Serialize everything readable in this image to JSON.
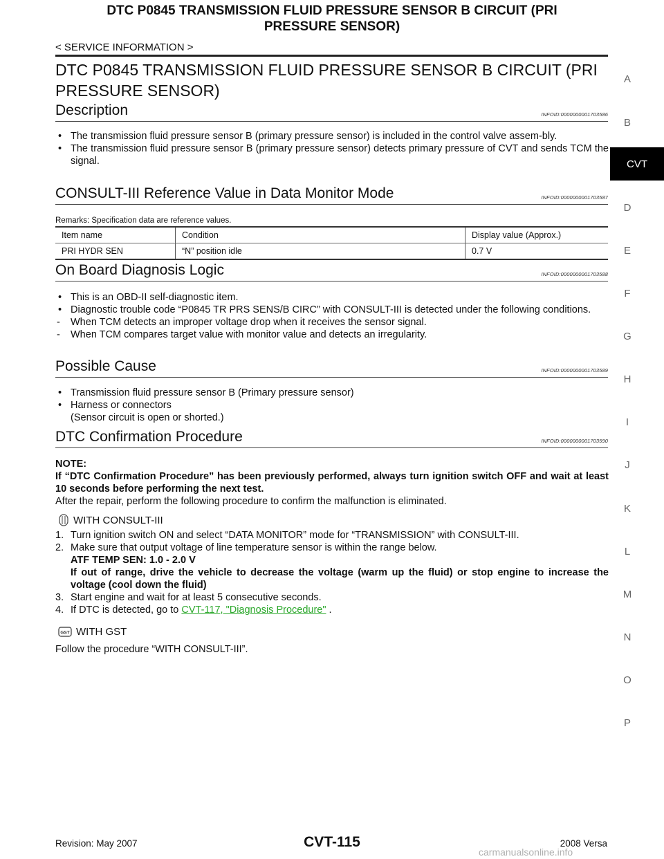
{
  "header": {
    "title_line1": "DTC P0845 TRANSMISSION FLUID PRESSURE SENSOR B CIRCUIT (PRI",
    "title_line2": "PRESSURE SENSOR)",
    "breadcrumb": "< SERVICE INFORMATION >"
  },
  "main_title_line1": "DTC P0845 TRANSMISSION FLUID PRESSURE SENSOR B CIRCUIT (PRI",
  "main_title_line2": "PRESSURE SENSOR)",
  "description": {
    "heading": "Description",
    "infoid": "INFOID:0000000001703586",
    "bullets": [
      "The transmission fluid pressure sensor B (primary pressure sensor) is included in the control valve assem-bly.",
      "The transmission fluid pressure sensor B (primary pressure sensor) detects primary pressure of CVT and sends TCM the signal."
    ]
  },
  "consult": {
    "heading": "CONSULT-III Reference Value in Data Monitor Mode",
    "infoid": "INFOID:0000000001703587",
    "remarks": "Remarks: Specification data are reference values.",
    "columns": [
      "Item name",
      "Condition",
      "Display value (Approx.)"
    ],
    "row": [
      "PRI HYDR SEN",
      "“N” position idle",
      "0.7 V"
    ]
  },
  "obd": {
    "heading": "On Board Diagnosis Logic",
    "infoid": "INFOID:0000000001703588",
    "bullets": [
      "This is an OBD-II self-diagnostic item.",
      "Diagnostic trouble code “P0845 TR PRS SENS/B CIRC” with CONSULT-III is detected under the following conditions."
    ],
    "dashes": [
      "When TCM detects an improper voltage drop when it receives the sensor signal.",
      "When TCM compares target value with monitor value and detects an irregularity."
    ]
  },
  "cause": {
    "heading": "Possible Cause",
    "infoid": "INFOID:0000000001703589",
    "bullets": [
      "Transmission fluid pressure sensor B (Primary pressure sensor)",
      "Harness or connectors"
    ],
    "sub": "(Sensor circuit is open or shorted.)"
  },
  "dtc": {
    "heading": "DTC Confirmation Procedure",
    "infoid": "INFOID:0000000001703590",
    "note_label": "NOTE:",
    "note_text": "If “DTC Confirmation Procedure” has been previously performed, always turn ignition switch OFF and wait at least 10 seconds before performing the next test.",
    "after": "After the repair, perform the following procedure to confirm the malfunction is eliminated.",
    "consult_label": "WITH CONSULT-III",
    "steps": {
      "s1": "Turn ignition switch ON and select “DATA MONITOR” mode for “TRANSMISSION” with CONSULT-III.",
      "s2": "Make sure that output voltage of line temperature sensor is within the range below.",
      "s2_spec": "ATF TEMP SEN: 1.0 - 2.0 V",
      "s2_warn": "If out of range, drive the vehicle to decrease the voltage (warm up the fluid) or stop engine to increase the voltage (cool down the fluid)",
      "s3": "Start engine and wait for at least 5 consecutive seconds.",
      "s4_pre": "If DTC is detected, go to",
      "s4_link": "CVT-117, \"Diagnosis Procedure\"",
      "s4_post": " ."
    },
    "gst_label": "WITH GST",
    "gst_text": "Follow the procedure “WITH CONSULT-III”."
  },
  "side_index": [
    "A",
    "B",
    "CVT",
    "D",
    "E",
    "F",
    "G",
    "H",
    "I",
    "J",
    "K",
    "L",
    "M",
    "N",
    "O",
    "P"
  ],
  "footer": {
    "revision": "Revision: May 2007",
    "page": "CVT-115",
    "model": "2008 Versa",
    "watermark": "carmanualsonline.info"
  },
  "colors": {
    "link": "#2ca82c",
    "tab_bg": "#000000"
  }
}
